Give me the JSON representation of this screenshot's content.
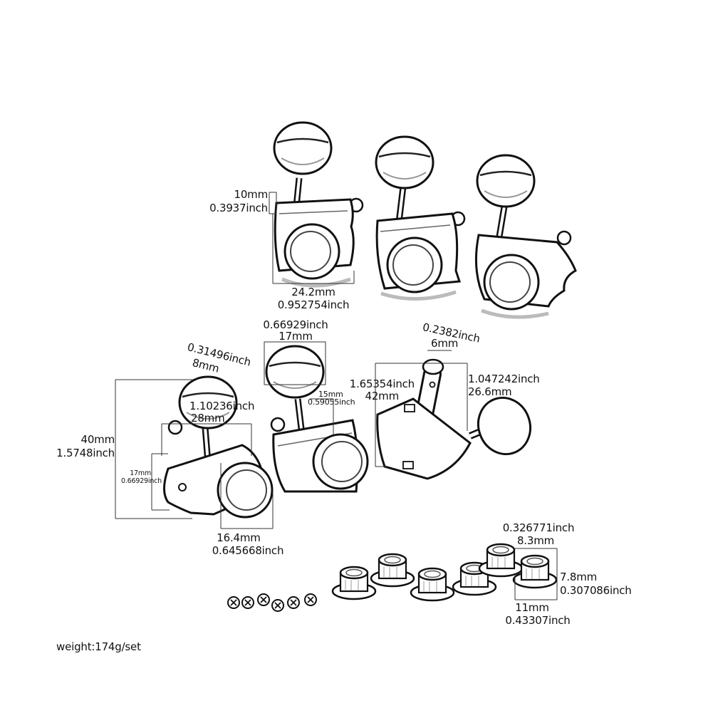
{
  "labels": {
    "weight": "weight:174g/set",
    "dim_10mm": "10mm",
    "dim_03937inch": "0.3937inch",
    "dim_242mm": "24.2mm",
    "dim_0952754inch": "0.952754inch",
    "dim_066929inch_top": "0.66929inch",
    "dim_17mm_top": "17mm",
    "dim_02382inch": "0.2382inch",
    "dim_6mm": "6mm",
    "dim_031496inch": "0.31496inch",
    "dim_8mm": "8mm",
    "dim_110236inch": "1.10236inch",
    "dim_28mm": "28mm",
    "dim_15mm": "15mm",
    "dim_059055inch": "0.59055inch",
    "dim_165354inch": "1.65354inch",
    "dim_42mm": "42mm",
    "dim_1047242inch": "1.047242inch",
    "dim_266mm": "26.6mm",
    "dim_40mm": "40mm",
    "dim_15748inch": "1.5748inch",
    "dim_17mm_small": "17mm",
    "dim_066929inch_small": "0.66929inch",
    "dim_164mm": "16.4mm",
    "dim_0645668inch": "0.645668inch",
    "dim_0326771inch": "0.326771inch",
    "dim_83mm": "8.3mm",
    "dim_78mm": "7.8mm",
    "dim_0307086inch": "0.307086inch",
    "dim_11mm": "11mm",
    "dim_043307inch": "0.43307inch"
  },
  "colors": {
    "ink": "#111111",
    "line": "#333333",
    "shade": "#bbbbbb",
    "fill": "#ffffff"
  },
  "icons": {
    "tuner": "guitar-tuning-peg",
    "bushing": "tuner-bushing",
    "screw": "mounting-screw"
  }
}
